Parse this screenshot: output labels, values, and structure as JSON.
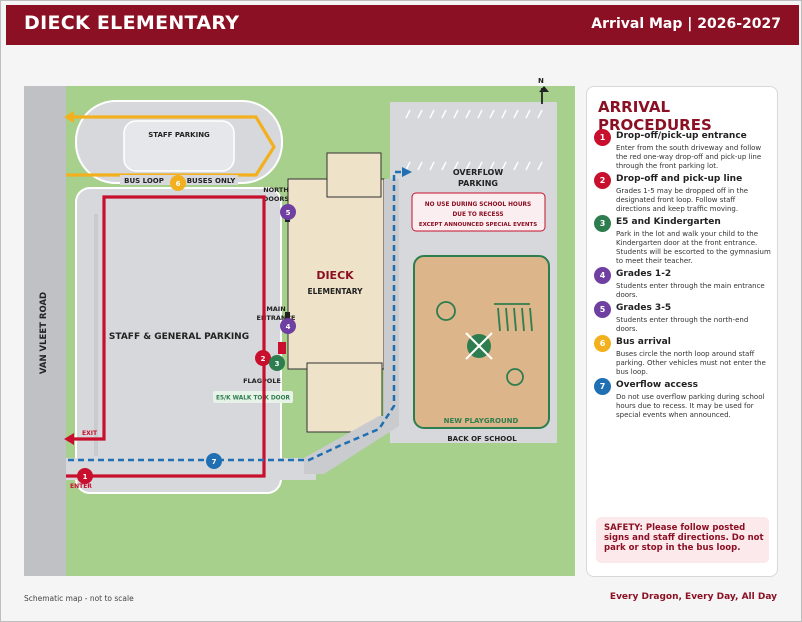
{
  "header": {
    "title": "DIECK ELEMENTARY",
    "subtitle": "Arrival Map | 2026-2027"
  },
  "map": {
    "compass": "N",
    "road": "VAN VLEET ROAD",
    "staff_parking": "STAFF PARKING",
    "bus_loop": "BUS LOOP",
    "buses_only": "BUSES ONLY",
    "general_parking": "STAFF & GENERAL PARKING",
    "overflow_line1": "OVERFLOW",
    "overflow_line2": "PARKING",
    "no_use_line1": "NO USE DURING SCHOOL HOURS",
    "no_use_line2": "DUE TO RECESS",
    "no_use_line3": "EXCEPT ANNOUNCED SPECIAL EVENTS",
    "school_name": "DIECK",
    "school_word": "ELEMENTARY",
    "north_door_1": "NORTH",
    "north_door_2": "DOORS",
    "main_entrance_1": "MAIN",
    "main_entrance_2": "ENTRANCE",
    "flagpole": "FLAGPOLE",
    "k_door": "E5/K WALK TO K DOOR",
    "playground": "NEW PLAYGROUND",
    "back_of_school": "BACK OF SCHOOL",
    "exit": "EXIT",
    "enter": "ENTER",
    "markers": [
      "1",
      "2",
      "3",
      "4",
      "5",
      "6",
      "7"
    ]
  },
  "procedures": {
    "title": "ARRIVAL PROCEDURES",
    "items": [
      {
        "num": "1",
        "color": "#c8102e",
        "title": "Drop-off/pick-up entrance",
        "text": "Enter from the south driveway and follow the red one-way drop-off and pick-up line through the front parking lot."
      },
      {
        "num": "2",
        "color": "#c8102e",
        "title": "Drop-off and pick-up line",
        "text": "Grades 1-5 may be dropped off in the designated front loop. Follow staff directions and keep traffic moving."
      },
      {
        "num": "3",
        "color": "#2e7d4f",
        "title": "E5 and Kindergarten",
        "text": "Park in the lot and walk your child to the Kindergarten door at the front entrance. Students will be escorted to the gymnasium to meet their teacher."
      },
      {
        "num": "4",
        "color": "#6f3fa1",
        "title": "Grades 1-2",
        "text": "Students enter through the main entrance doors."
      },
      {
        "num": "5",
        "color": "#6f3fa1",
        "title": "Grades 3-5",
        "text": "Students enter through the north-end doors."
      },
      {
        "num": "6",
        "color": "#f2b01e",
        "title": "Bus arrival",
        "text": "Buses circle the north loop around staff parking. Other vehicles must not enter the bus loop."
      },
      {
        "num": "7",
        "color": "#1f6fb2",
        "title": "Overflow access",
        "text": "Do not use overflow parking during school hours due to recess. It may be used for special events when announced."
      }
    ],
    "safety": "SAFETY: Please follow posted signs and staff directions. Do not park or stop in the bus loop."
  },
  "footer": {
    "note": "Schematic map - not to scale",
    "motto": "Every Dragon, Every Day, All Day"
  },
  "colors": {
    "maroon": "#8c1023",
    "grass": "#a8d08d",
    "pavement": "#d6d8dc",
    "road": "#bfc1c5",
    "building": "#eee2c8",
    "playground": "#dcb58a",
    "red_route": "#c8102e",
    "bus_route": "#f2b01e",
    "overflow_route": "#1f6fb2"
  }
}
